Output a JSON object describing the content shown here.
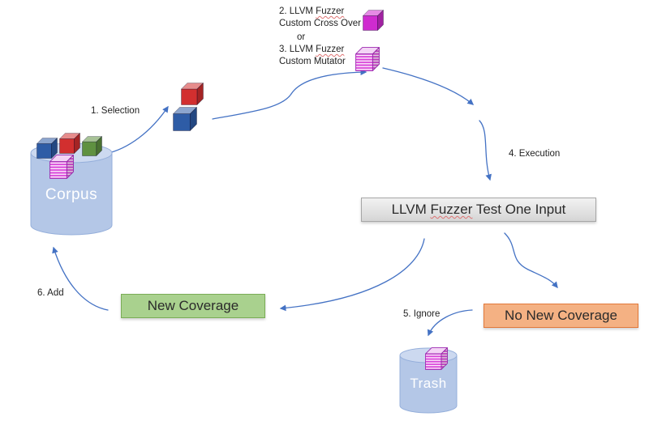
{
  "colors": {
    "arrow": "#4472c4",
    "cylinder_fill": "#b4c7e7",
    "cylinder_top": "#ccd9f0",
    "cylinder_stroke": "#95afdb",
    "cylinder_text": "#ffffff",
    "gray_box_top": "#f2f2f2",
    "gray_box_bottom": "#d5d5d5",
    "gray_box_border": "#a6a6a6",
    "box_text": "#2b2b2b",
    "new_fill": "#a9d18e",
    "new_border": "#7aad56",
    "nonew_fill": "#f4b183",
    "nonew_border": "#e2793a",
    "label_text": "#1f1f1f",
    "cube_blue": "#2e5ca6",
    "cube_red": "#d22f2f",
    "cube_green": "#5f9141",
    "cube_magenta": "#cf2bcf",
    "stripe_magenta": "#d944d9",
    "stripe_stroke": "#9c27b0",
    "squiggle": "#de7373"
  },
  "nodes": {
    "corpus": {
      "label": "Corpus"
    },
    "trash": {
      "label": "Trash"
    },
    "fuzzer_box": {
      "prefix": "LLVM ",
      "misspelled": "Fuzzer",
      "suffix": " Test One Input"
    },
    "new_coverage": {
      "label": "New Coverage"
    },
    "no_new_coverage": {
      "label": "No New Coverage"
    }
  },
  "labels": {
    "selection": "1. Selection",
    "step2_prefix": "2. LLVM ",
    "step2_word": "Fuzzer",
    "step2_line2": "Custom Cross Over",
    "or": "or",
    "step3_prefix": "3. LLVM ",
    "step3_word": "Fuzzer",
    "step3_line2": "Custom Mutator",
    "execution": "4. Execution",
    "ignore": "5. Ignore",
    "add": "6. Add"
  },
  "icons": {
    "cube_solid": "3d-cube-icon",
    "cube_striped": "striped-3d-cube-icon",
    "cylinder": "database-cylinder-icon",
    "arrowhead": "arrowhead-icon"
  }
}
